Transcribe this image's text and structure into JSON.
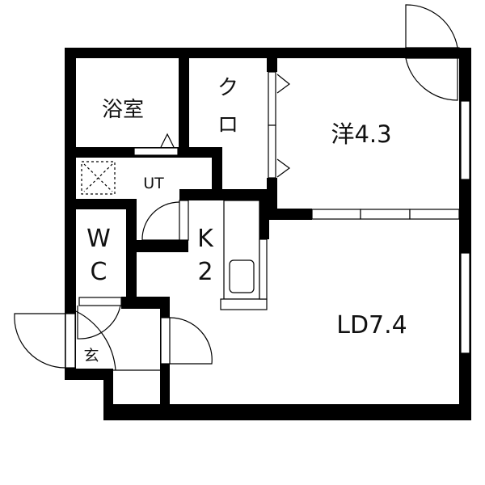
{
  "rooms": {
    "bath": "浴室",
    "closet_line1": "ク",
    "closet_line2": "ロ",
    "western_room": "洋4.3",
    "utility": "UT",
    "wc_line1": "W",
    "wc_line2": "C",
    "kitchen_line1": "K",
    "kitchen_line2": "2",
    "living_dining": "LD7.4",
    "entrance": "玄"
  },
  "colors": {
    "wall": "#000000",
    "background": "#ffffff"
  }
}
